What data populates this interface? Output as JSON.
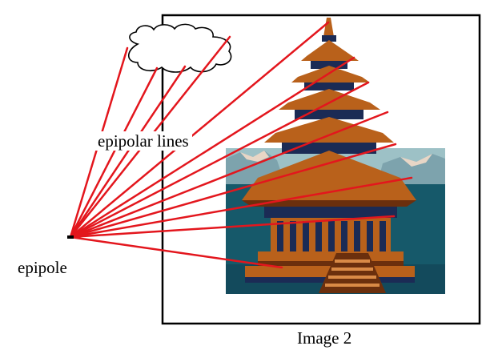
{
  "labels": {
    "epipolar_lines": "epipolar lines",
    "epipole": "epipole",
    "image_title": "Image 2"
  },
  "colors": {
    "line": "#e3161d",
    "frame": "#000000",
    "cloud_stroke": "#000000",
    "roof": "#b9611b",
    "roof_shadow": "#6b2f0d",
    "dark_blue": "#1b2b55",
    "water": "#16596a",
    "mountain": "#7aa8b0",
    "snow": "#e8d6c6",
    "sky_band": "#d8b79a"
  },
  "icons": [
    "cloud-icon",
    "pagoda-icon"
  ]
}
